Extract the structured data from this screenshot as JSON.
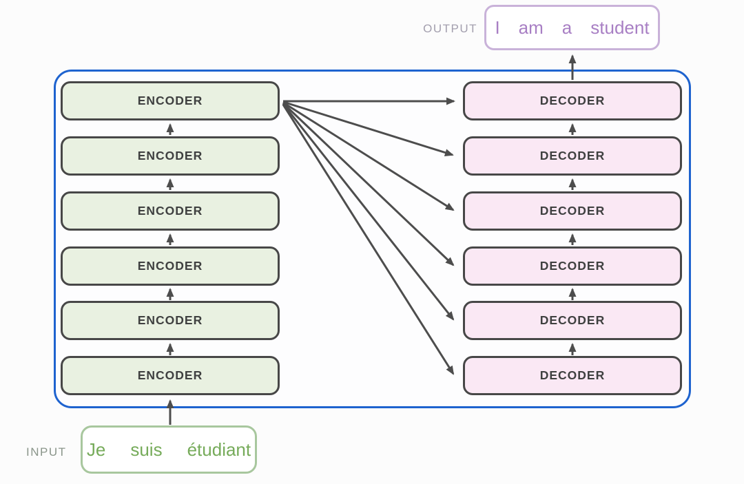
{
  "output": {
    "label": "OUTPUT",
    "tokens": [
      "I",
      "am",
      "a",
      "student"
    ]
  },
  "input": {
    "label": "INPUT",
    "tokens": [
      "Je",
      "suis",
      "étudiant"
    ]
  },
  "encoders": [
    "ENCODER",
    "ENCODER",
    "ENCODER",
    "ENCODER",
    "ENCODER",
    "ENCODER"
  ],
  "decoders": [
    "DECODER",
    "DECODER",
    "DECODER",
    "DECODER",
    "DECODER",
    "DECODER"
  ],
  "colors": {
    "page_bg": "#fcfcfc",
    "container_border": "#1e63cf",
    "encoder_fill": "#e9f1e1",
    "decoder_fill": "#fae8f4",
    "box_border": "#474747",
    "box_text": "#3f4040",
    "arrow": "#4d4d4d",
    "output_border": "#c9b2d9",
    "output_text": "#a87fc4",
    "output_label": "#a39fae",
    "input_border": "#a8c79e",
    "input_text": "#76ab5a",
    "input_label": "#8a958a"
  }
}
